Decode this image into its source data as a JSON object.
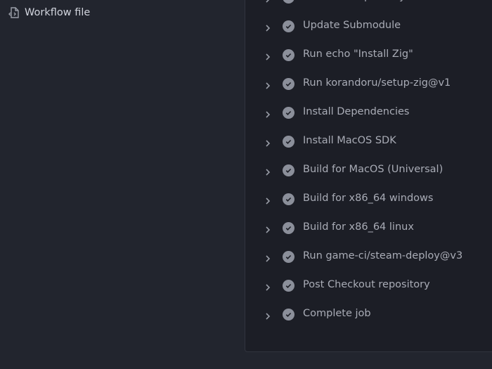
{
  "sidebar": {
    "workflow_file_label": "Workflow file",
    "icon": "file-code-icon"
  },
  "steps": [
    {
      "label": "Checkout repository",
      "status": "success"
    },
    {
      "label": "Update Submodule",
      "status": "success"
    },
    {
      "label": "Run echo \"Install Zig\"",
      "status": "success"
    },
    {
      "label": "Run korandoru/setup-zig@v1",
      "status": "success"
    },
    {
      "label": "Install Dependencies",
      "status": "success"
    },
    {
      "label": "Install MacOS SDK",
      "status": "success"
    },
    {
      "label": "Build for MacOS (Universal)",
      "status": "success"
    },
    {
      "label": "Build for x86_64 windows",
      "status": "success"
    },
    {
      "label": "Build for x86_64 linux",
      "status": "success"
    },
    {
      "label": "Run game-ci/steam-deploy@v3",
      "status": "success"
    },
    {
      "label": "Post Checkout repository",
      "status": "success"
    },
    {
      "label": "Complete job",
      "status": "success"
    }
  ],
  "colors": {
    "background": "#22252e",
    "panel": "#1c1e26",
    "check": "#8b8f9a",
    "text": "#a9acb6"
  }
}
